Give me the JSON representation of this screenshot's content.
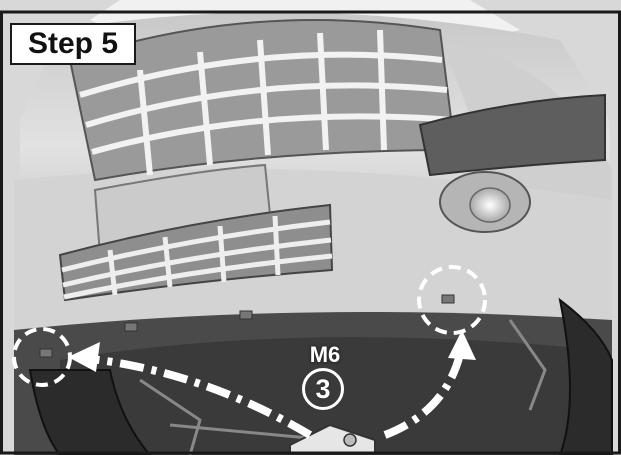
{
  "step_label": "Step 5",
  "bolt_size": "M6",
  "bolt_quantity": "3",
  "colors": {
    "frame": "#1a1a1a",
    "body_paint": "#dcdcdc",
    "underbody": "#4a4a4a",
    "arrow": "#ffffff",
    "highlight_circle": "#ffffff"
  }
}
